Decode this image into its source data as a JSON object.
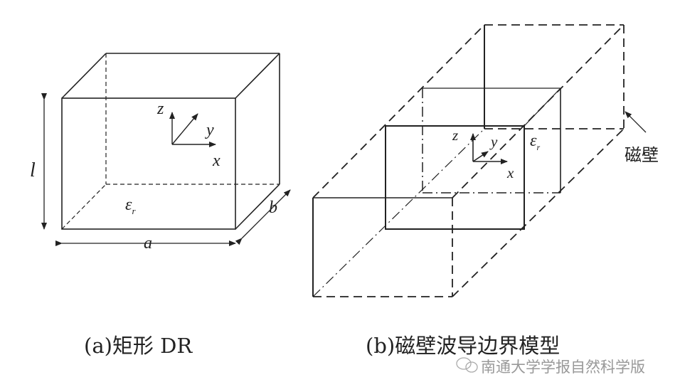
{
  "figure_a": {
    "caption": "(a)矩形 DR",
    "labels": {
      "z": "z",
      "y": "y",
      "x": "x",
      "epsilon": "ε",
      "epsilon_sub": "r",
      "l": "l",
      "a": "a",
      "b": "b"
    }
  },
  "figure_b": {
    "caption": "(b)磁壁波导边界模型",
    "labels": {
      "z": "z",
      "y": "y",
      "x": "x",
      "epsilon": "ε",
      "epsilon_sub": "r",
      "wall": "磁壁"
    }
  },
  "watermark": "南通大学学报自然科学版"
}
